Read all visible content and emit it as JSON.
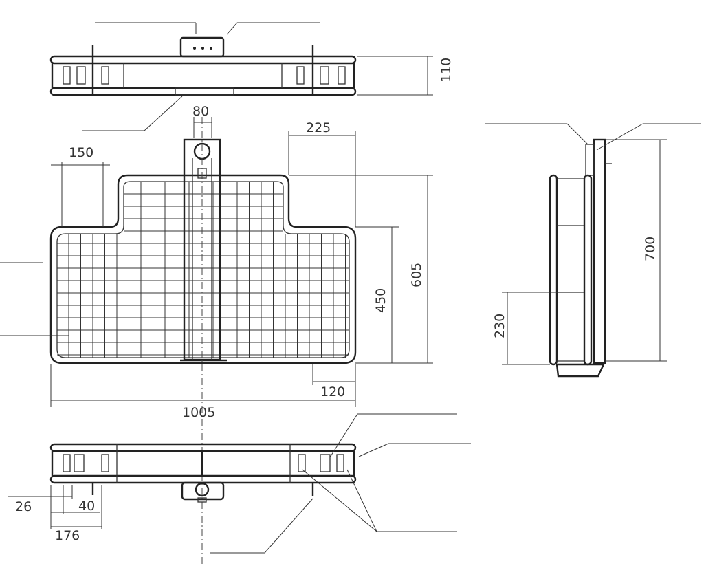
{
  "drawing": {
    "dimensions": {
      "top_height": "110",
      "bracket_width": "80",
      "step_width": "225",
      "corner_width": "150",
      "total_height": "605",
      "lower_height": "450",
      "right_offset": "120",
      "total_width": "1005",
      "side_height": "700",
      "side_lower": "230",
      "bottom_a": "26",
      "bottom_b": "40",
      "bottom_c": "176"
    },
    "line_color": "#222222"
  }
}
